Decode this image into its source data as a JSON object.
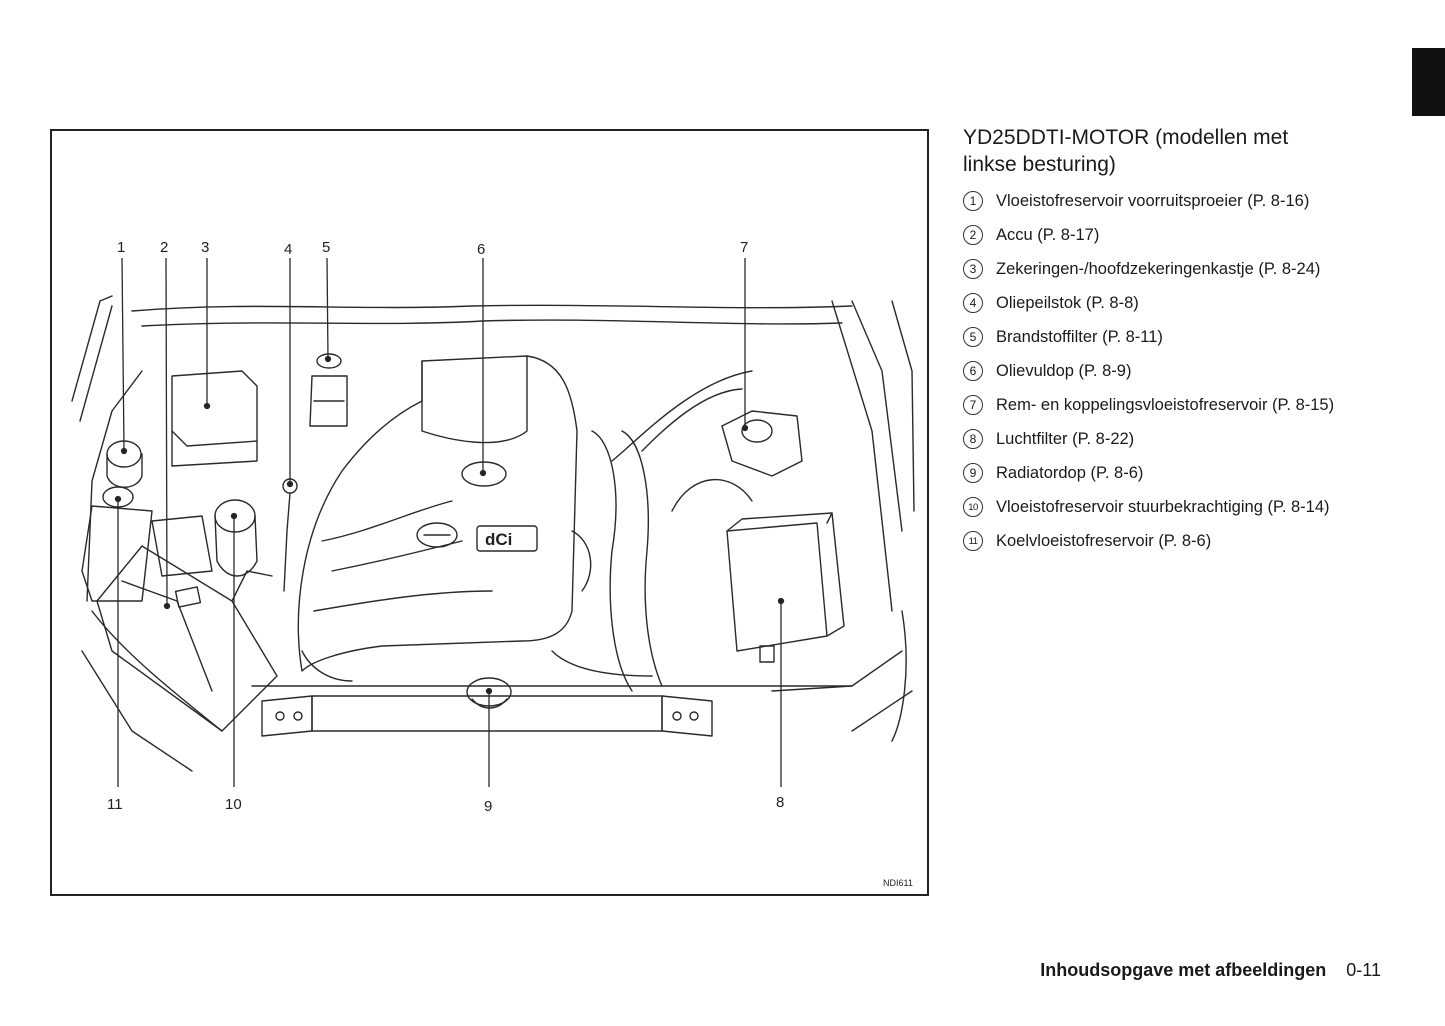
{
  "figure": {
    "code": "NDI611",
    "callouts_top": [
      "1",
      "2",
      "3",
      "4",
      "5",
      "6",
      "7"
    ],
    "callouts_bottom": [
      "11",
      "10",
      "9",
      "8"
    ],
    "badge_text": "dCi"
  },
  "legend": {
    "title_line1": "YD25DDTI-MOTOR (modellen met",
    "title_line2": "linkse besturing)",
    "items": [
      {
        "num": "1",
        "label": "Vloeistofreservoir voorruitsproeier (P. 8-16)"
      },
      {
        "num": "2",
        "label": "Accu (P. 8-17)"
      },
      {
        "num": "3",
        "label": "Zekeringen-/hoofdzekeringenkastje (P. 8-24)"
      },
      {
        "num": "4",
        "label": "Oliepeilstok (P. 8-8)"
      },
      {
        "num": "5",
        "label": "Brandstoffilter (P. 8-11)"
      },
      {
        "num": "6",
        "label": "Olievuldop (P. 8-9)"
      },
      {
        "num": "7",
        "label": "Rem- en koppelingsvloeistofreservoir (P. 8-15)"
      },
      {
        "num": "8",
        "label": "Luchtfilter (P. 8-22)"
      },
      {
        "num": "9",
        "label": "Radiatordop (P. 8-6)"
      },
      {
        "num": "10",
        "label": "Vloeistofreservoir stuurbekrachtiging (P. 8-14)"
      },
      {
        "num": "11",
        "label": "Koelvloeistofreservoir (P. 8-6)"
      }
    ]
  },
  "footer": {
    "section": "Inhoudsopgave met afbeeldingen",
    "page": "0-11"
  }
}
